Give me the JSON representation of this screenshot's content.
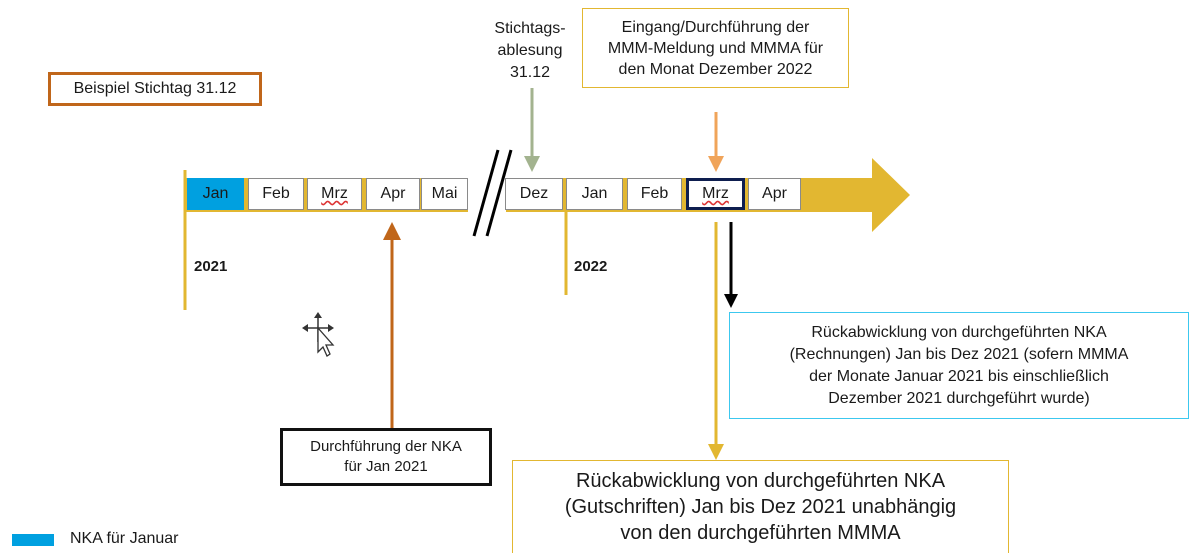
{
  "example_label": "Beispiel Stichtag 31.12",
  "stichtag_text": [
    "Stichtags-",
    "ablesung",
    "31.12"
  ],
  "incoming_box": [
    "Eingang/Durchführung der",
    "MMM-Meldung und MMMA für",
    "den Monat Dezember 2022"
  ],
  "months_left": [
    "Jan",
    "Feb",
    "Mrz",
    "Apr",
    "Mai"
  ],
  "months_right": [
    "Dez",
    "Jan",
    "Feb",
    "Mrz",
    "Apr"
  ],
  "year_left": "2021",
  "year_right": "2022",
  "nka_box": [
    "Durchführung der NKA",
    "für Jan 2021"
  ],
  "rechnungen_box": [
    "Rückabwicklung von durchgeführten NKA",
    "(Rechnungen) Jan bis Dez 2021 (sofern MMMA",
    "der Monate Januar 2021 bis einschließlich",
    "Dezember 2021 durchgeführt wurde)"
  ],
  "gutschriften_box": [
    "Rückabwicklung von durchgeführten NKA",
    "(Gutschriften) Jan bis Dez 2021 unabhängig",
    "von den durchgeführten MMMA"
  ],
  "legend_label": "NKA für Januar",
  "colors": {
    "timeline_gold": "#e2b731",
    "orange_brown": "#c0661a",
    "light_orange": "#f0a45a",
    "sage_green": "#a3b38f",
    "cyan": "#3cc8ef",
    "navy": "#0e1e4f",
    "jan_blue": "#00a0e0"
  }
}
